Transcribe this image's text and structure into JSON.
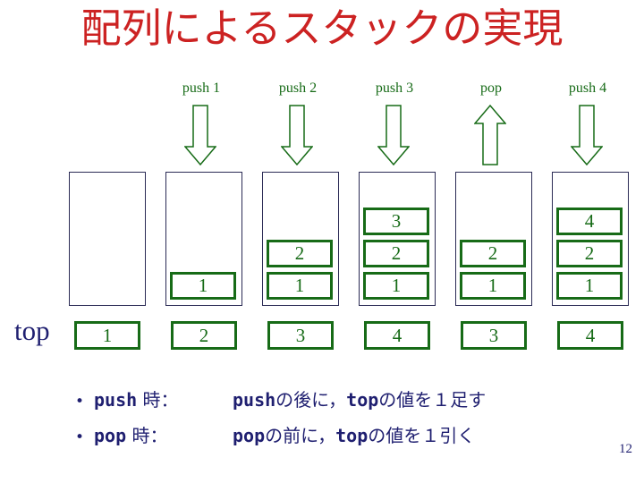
{
  "title": "配列によるスタックの実現",
  "page_number": "12",
  "colors": {
    "title_red": "#cc2222",
    "green": "#176b17",
    "navy": "#1f1f70",
    "container_border": "#2b2b55"
  },
  "stack_diagram": {
    "top_label": "top",
    "columns": [
      {
        "label": "",
        "arrow": "none",
        "cells": [],
        "top_value": "1"
      },
      {
        "label": "push 1",
        "arrow": "down",
        "cells": [
          "1"
        ],
        "top_value": "2"
      },
      {
        "label": "push 2",
        "arrow": "down",
        "cells": [
          "2",
          "1"
        ],
        "top_value": "3"
      },
      {
        "label": "push 3",
        "arrow": "down",
        "cells": [
          "3",
          "2",
          "1"
        ],
        "top_value": "4"
      },
      {
        "label": "pop",
        "arrow": "up",
        "cells": [
          "2",
          "1"
        ],
        "top_value": "3"
      },
      {
        "label": "push 4",
        "arrow": "down",
        "cells": [
          "4",
          "2",
          "1"
        ],
        "top_value": "4"
      }
    ]
  },
  "notes": [
    {
      "marker": "•",
      "keyword": "push",
      "keyword_suffix": " 時：",
      "segments": [
        {
          "text": "push",
          "mono": true
        },
        {
          "text": "の後に，",
          "mono": false
        },
        {
          "text": "top",
          "mono": true
        },
        {
          "text": "の値を１足す",
          "mono": false
        }
      ]
    },
    {
      "marker": "•",
      "keyword": "pop",
      "keyword_suffix": " 時：",
      "segments": [
        {
          "text": "pop",
          "mono": true
        },
        {
          "text": "の前に，",
          "mono": false
        },
        {
          "text": "top",
          "mono": true
        },
        {
          "text": "の値を１引く",
          "mono": false
        }
      ]
    }
  ]
}
